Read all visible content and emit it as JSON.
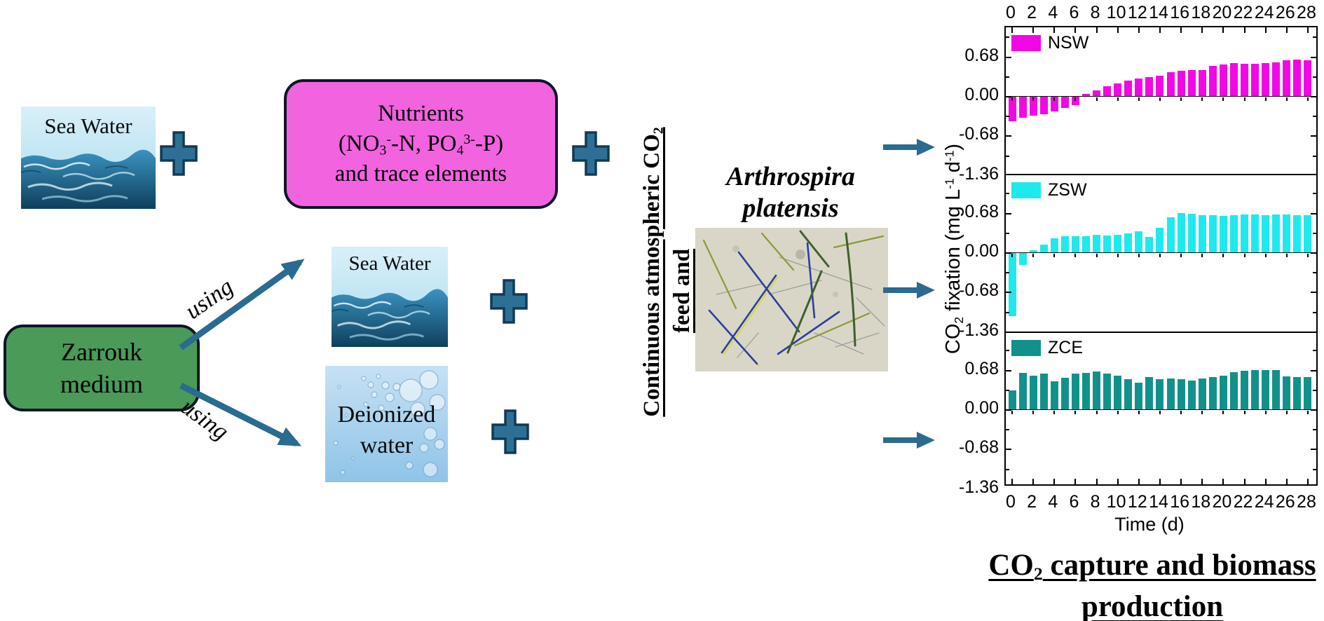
{
  "flow": {
    "sea_water_1": {
      "label": "Sea Water"
    },
    "sea_water_2": {
      "label": "Sea Water"
    },
    "deionized": {
      "line1": "Deionized",
      "line2": "water"
    },
    "nutrients_box": {
      "line1": "Nutrients",
      "l2_a": "(NO",
      "l2_sub1": "3",
      "l2_sup1": "-",
      "l2_b": "-N, PO",
      "l2_sub2": "4",
      "l2_sup2": "3-",
      "l2_c": "-P)",
      "line3": "and trace elements"
    },
    "zarrouk_box": {
      "line1": "Zarrouk",
      "line2": "medium"
    },
    "using_top": "using",
    "using_bottom": "using",
    "co2_feed": {
      "col1_a": "Continuous atmospheric CO",
      "col1_sub": "2",
      "col2": "feed and"
    },
    "organism": {
      "line1": "Arthrospira",
      "line2": "platensis"
    }
  },
  "chart": {
    "ylabel_parts": {
      "a": "CO",
      "a_sub": "2",
      "b": " fixation (mg L",
      "b_sup": "-1",
      "c": " d",
      "c_sup": "-1",
      "d": ")"
    },
    "xlabel": "Time (d)",
    "caption": {
      "a": "CO",
      "a_sub": "2",
      "b": " capture and biomass",
      "line2": "production"
    }
  },
  "chart_data": {
    "type": "bar",
    "title": "",
    "xlabel": "Time (d)",
    "ylabel": "CO2 fixation (mg L-1 d-1)",
    "x": [
      0,
      1,
      2,
      3,
      4,
      5,
      6,
      7,
      8,
      9,
      10,
      11,
      12,
      13,
      14,
      15,
      16,
      17,
      18,
      19,
      20,
      21,
      22,
      23,
      24,
      25,
      26,
      27,
      28
    ],
    "xticks": [
      0,
      2,
      4,
      6,
      8,
      10,
      12,
      14,
      16,
      18,
      20,
      22,
      24,
      26,
      28
    ],
    "yticks": [
      0.68,
      0.0,
      -0.68,
      -1.36
    ],
    "ytick_labels": [
      "0.68",
      "0.00",
      "-0.68",
      "-1.36"
    ],
    "ylim_per_panel": [
      -1.36,
      1.19
    ],
    "grid": false,
    "legend_position": "top-left inside each panel",
    "series": [
      {
        "name": "NSW",
        "color": "#f208e4",
        "values": [
          -0.42,
          -0.36,
          -0.33,
          -0.3,
          -0.25,
          -0.19,
          -0.14,
          0.04,
          0.1,
          0.17,
          0.22,
          0.26,
          0.3,
          0.33,
          0.35,
          0.41,
          0.43,
          0.45,
          0.45,
          0.52,
          0.54,
          0.57,
          0.56,
          0.56,
          0.57,
          0.58,
          0.61,
          0.63,
          0.62
        ]
      },
      {
        "name": "ZSW",
        "color": "#1fe9ec",
        "values": [
          -1.08,
          -0.2,
          0.04,
          0.13,
          0.24,
          0.28,
          0.28,
          0.28,
          0.3,
          0.29,
          0.3,
          0.32,
          0.36,
          0.27,
          0.42,
          0.6,
          0.67,
          0.66,
          0.64,
          0.64,
          0.63,
          0.64,
          0.65,
          0.65,
          0.64,
          0.65,
          0.65,
          0.64,
          0.64
        ]
      },
      {
        "name": "ZCE",
        "color": "#12918c",
        "values": [
          0.32,
          0.63,
          0.58,
          0.61,
          0.48,
          0.54,
          0.62,
          0.63,
          0.65,
          0.62,
          0.58,
          0.52,
          0.46,
          0.55,
          0.52,
          0.53,
          0.52,
          0.5,
          0.53,
          0.55,
          0.58,
          0.64,
          0.66,
          0.67,
          0.67,
          0.68,
          0.57,
          0.55,
          0.56
        ]
      }
    ]
  },
  "colors": {
    "accent_blue": "#2a6b91",
    "plus_fill": "#2e7095",
    "plus_border": "#123a55",
    "nutrients_pink": "#f263e0",
    "zarrouk_green": "#4b9a58",
    "box_border": "#0d1626"
  }
}
